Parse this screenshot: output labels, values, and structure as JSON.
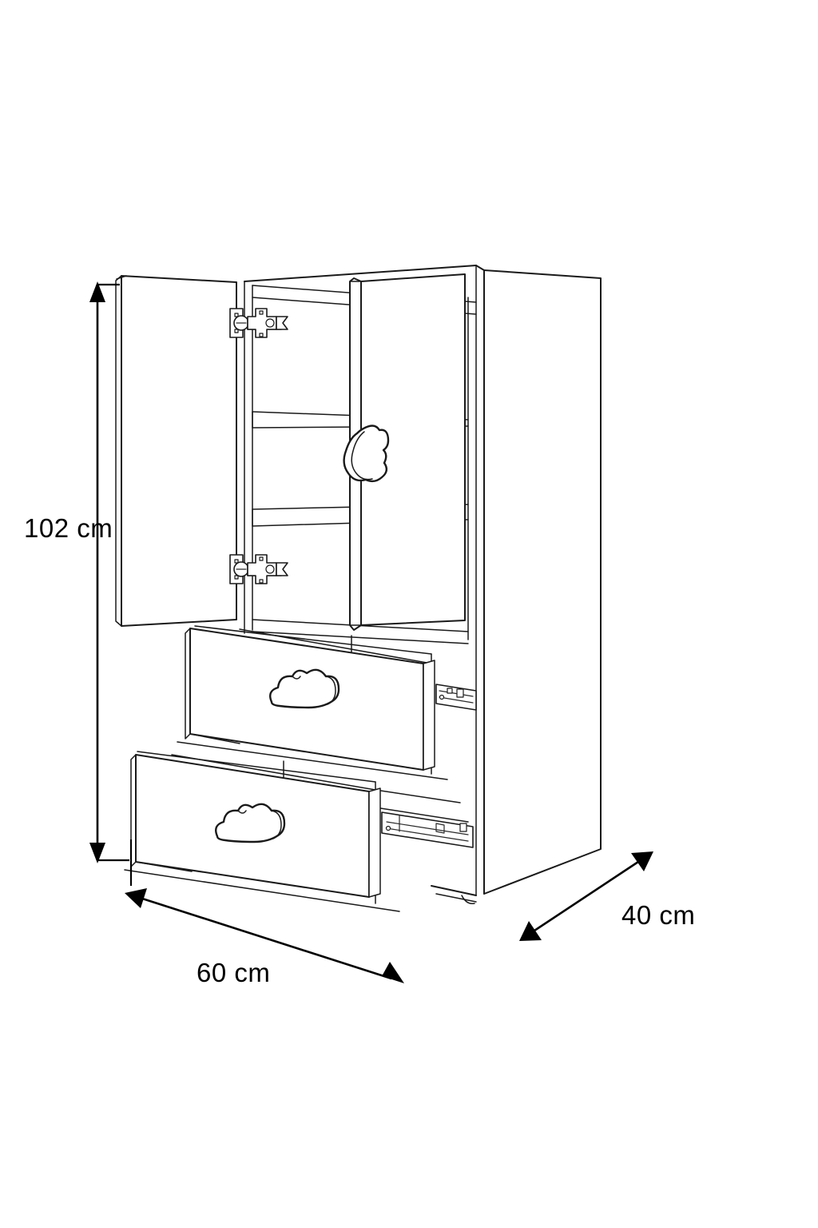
{
  "diagram": {
    "title": "Wardrobe cabinet technical dimension drawing",
    "background_color": "#ffffff",
    "line_color": "#1a1a1a",
    "product_type": "two-door wardrobe with two drawers",
    "view": "isometric exploded / open state"
  },
  "dimensions": {
    "height": {
      "label": "102 cm",
      "value": 102,
      "unit": "cm",
      "orientation": "vertical",
      "position": "left"
    },
    "width": {
      "label": "60 cm",
      "value": 60,
      "unit": "cm",
      "orientation": "diagonal",
      "position": "bottom-left"
    },
    "depth": {
      "label": "40 cm",
      "value": 40,
      "unit": "cm",
      "orientation": "diagonal",
      "position": "bottom-right"
    }
  },
  "components": {
    "left_door": {
      "name": "left-door",
      "state": "open",
      "hinges": 2
    },
    "right_door": {
      "name": "right-door",
      "state": "open",
      "handle": "cloud-handle"
    },
    "shelves": {
      "count": 2,
      "name": "interior-shelf"
    },
    "upper_drawer": {
      "name": "upper-drawer",
      "state": "open",
      "handle": "cloud-handle",
      "slide": "telescopic-rail"
    },
    "lower_drawer": {
      "name": "lower-drawer",
      "state": "open",
      "handle": "cloud-handle",
      "slide": "telescopic-rail"
    },
    "hinges": {
      "type": "concealed cup hinge",
      "count": 2
    }
  }
}
